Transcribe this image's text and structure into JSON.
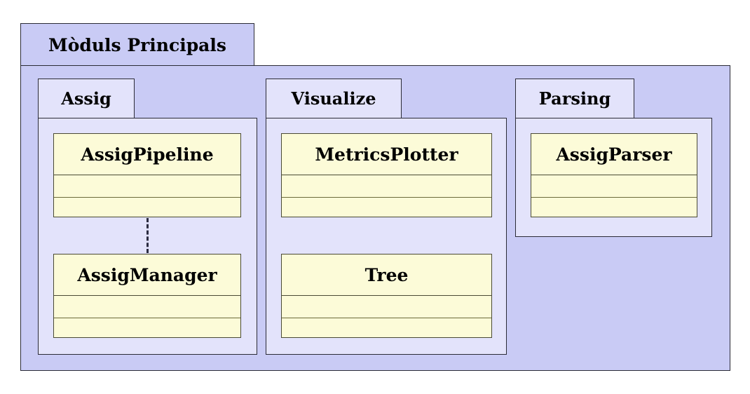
{
  "diagram": {
    "kind": "uml-package-diagram",
    "background": "#ffffff",
    "colors": {
      "outer_package_fill": "#c9cbf5",
      "inner_package_fill": "#e3e3fb",
      "class_fill": "#fcfbd8",
      "package_border": "#2b2b36",
      "class_border": "#4a4a34",
      "class_divider": "#6b6b3a",
      "text": "#000000",
      "dependency_line": "#2b2b40"
    }
  },
  "outer_package": {
    "name": "Mòduls Principals"
  },
  "packages": [
    {
      "id": "assig",
      "name": "Assig",
      "classes": [
        {
          "id": "assig-pipeline",
          "name": "AssigPipeline",
          "attributes": [],
          "operations": []
        },
        {
          "id": "assig-manager",
          "name": "AssigManager",
          "attributes": [],
          "operations": []
        }
      ]
    },
    {
      "id": "visualize",
      "name": "Visualize",
      "classes": [
        {
          "id": "metrics-plotter",
          "name": "MetricsPlotter",
          "attributes": [],
          "operations": []
        },
        {
          "id": "tree",
          "name": "Tree",
          "attributes": [],
          "operations": []
        }
      ]
    },
    {
      "id": "parsing",
      "name": "Parsing",
      "classes": [
        {
          "id": "assig-parser",
          "name": "AssigParser",
          "attributes": [],
          "operations": []
        }
      ]
    }
  ],
  "relationships": [
    {
      "id": "pipeline-manager-dependency",
      "type": "dashed",
      "style": "dependency",
      "from": "AssigPipeline",
      "to": "AssigManager",
      "arrowhead": "none"
    }
  ]
}
